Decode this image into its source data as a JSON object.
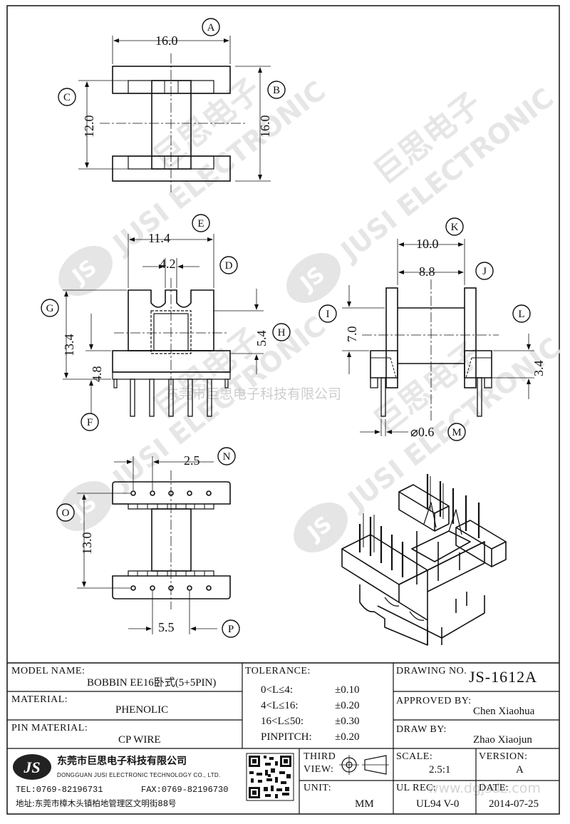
{
  "watermark": {
    "company_cn": "东莞市巨思电子科技有限公司",
    "brand_en": "JUSI ELECTRONIC",
    "brand_cn": "巨思电子",
    "logo": "JS",
    "site": "www.dgjsdz.com"
  },
  "callouts": [
    "A",
    "B",
    "C",
    "D",
    "E",
    "F",
    "G",
    "H",
    "I",
    "J",
    "K",
    "L",
    "M",
    "N",
    "O",
    "P"
  ],
  "dims": {
    "top_width": "16.0",
    "top_height": "16.0",
    "top_inner": "12.0",
    "front_width": "11.4",
    "front_slot": "4.2",
    "front_height": "13.4",
    "front_window": "5.4",
    "front_base": "4.8",
    "side_width": "10.0",
    "side_inner": "8.8",
    "side_height": "7.0",
    "side_base": "3.4",
    "pin_dia": "⌀0.6",
    "pin_pitch": "2.5",
    "bottom_height": "13.0",
    "row_spacing": "5.5"
  },
  "titleblock": {
    "model_name_label": "MODEL NAME:",
    "model_name": "BOBBIN EE16卧式(5+5PIN)",
    "material_label": "MATERIAL:",
    "material": "PHENOLIC",
    "pin_material_label": "PIN MATERIAL:",
    "pin_material": "CP WIRE",
    "tolerance_label": "TOLERANCE:",
    "tolerances": [
      {
        "range": "0<L≤4:",
        "value": "±0.10"
      },
      {
        "range": "4<L≤16:",
        "value": "±0.20"
      },
      {
        "range": "16<L≤50:",
        "value": "±0.30"
      },
      {
        "range": "PINPITCH:",
        "value": "±0.20"
      }
    ],
    "drawing_no_label": "DRAWING NO.",
    "drawing_no": "JS-1612A",
    "approved_by_label": "APPROVED BY:",
    "approved_by": "Chen Xiaohua",
    "draw_by_label": "DRAW BY:",
    "draw_by": "Zhao Xiaojun",
    "company_cn": "东莞市巨思电子科技有限公司",
    "company_en": "DONGGUAN JUSI ELECTRONIC TECHNOLOGY CO., LTD.",
    "logo": "JS",
    "tel": "TEL:0769-82196731",
    "fax": "FAX:0769-82196730",
    "address": "地址:东莞市樟木头镇柏地管理区文明街88号",
    "third_view_label1": "THIRD",
    "third_view_label2": "VIEW:",
    "unit_label": "UNIT:",
    "unit": "MM",
    "scale_label": "SCALE:",
    "scale": "2.5:1",
    "version_label": "VERSION:",
    "version": "A",
    "ul_rec_label": "UL REC:",
    "ul_rec": "UL94 V-0",
    "date_label": "DATE:",
    "date": "2014-07-25"
  }
}
